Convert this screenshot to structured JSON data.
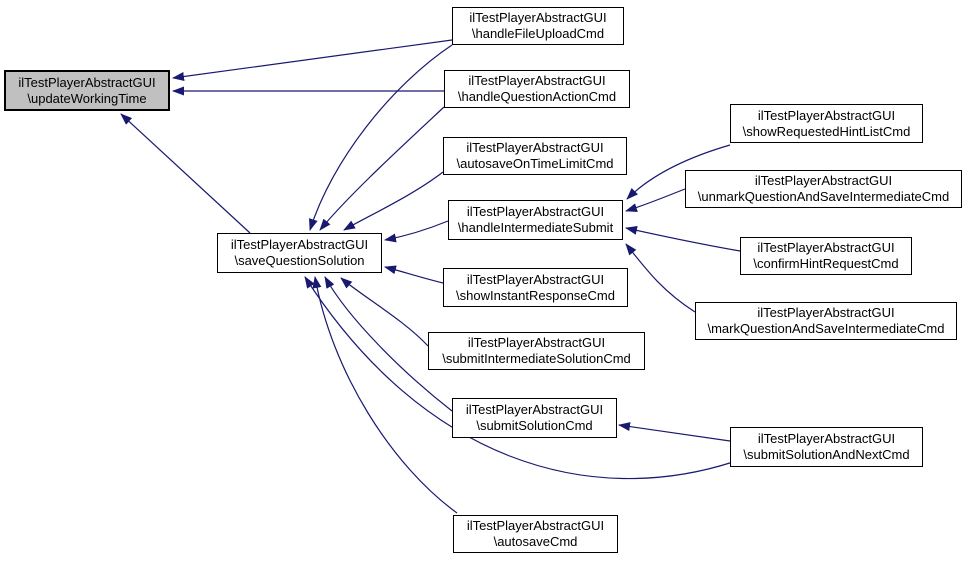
{
  "diagram": {
    "kind": "doxygen-caller-graph",
    "edge_color": "#191970",
    "node_fill": "#ffffff",
    "node_border": "#000000",
    "highlight_fill": "#c0c0c0",
    "nodes": [
      {
        "id": "updateWorkingTime",
        "line1": "ilTestPlayerAbstractGUI",
        "line2": "\\updateWorkingTime",
        "highlighted": true
      },
      {
        "id": "handleFileUploadCmd",
        "line1": "ilTestPlayerAbstractGUI",
        "line2": "\\handleFileUploadCmd",
        "highlighted": false
      },
      {
        "id": "handleQuestionActionCmd",
        "line1": "ilTestPlayerAbstractGUI",
        "line2": "\\handleQuestionActionCmd",
        "highlighted": false
      },
      {
        "id": "autosaveOnTimeLimitCmd",
        "line1": "ilTestPlayerAbstractGUI",
        "line2": "\\autosaveOnTimeLimitCmd",
        "highlighted": false
      },
      {
        "id": "handleIntermediateSubmit",
        "line1": "ilTestPlayerAbstractGUI",
        "line2": "\\handleIntermediateSubmit",
        "highlighted": false
      },
      {
        "id": "saveQuestionSolution",
        "line1": "ilTestPlayerAbstractGUI",
        "line2": "\\saveQuestionSolution",
        "highlighted": false
      },
      {
        "id": "showInstantResponseCmd",
        "line1": "ilTestPlayerAbstractGUI",
        "line2": "\\showInstantResponseCmd",
        "highlighted": false
      },
      {
        "id": "submitIntermediateSolutionCmd",
        "line1": "ilTestPlayerAbstractGUI",
        "line2": "\\submitIntermediateSolutionCmd",
        "highlighted": false
      },
      {
        "id": "submitSolutionCmd",
        "line1": "ilTestPlayerAbstractGUI",
        "line2": "\\submitSolutionCmd",
        "highlighted": false
      },
      {
        "id": "autosaveCmd",
        "line1": "ilTestPlayerAbstractGUI",
        "line2": "\\autosaveCmd",
        "highlighted": false
      },
      {
        "id": "showRequestedHintListCmd",
        "line1": "ilTestPlayerAbstractGUI",
        "line2": "\\showRequestedHintListCmd",
        "highlighted": false
      },
      {
        "id": "unmarkQuestionAndSaveIntermediateCmd",
        "line1": "ilTestPlayerAbstractGUI",
        "line2": "\\unmarkQuestionAndSaveIntermediateCmd",
        "highlighted": false
      },
      {
        "id": "confirmHintRequestCmd",
        "line1": "ilTestPlayerAbstractGUI",
        "line2": "\\confirmHintRequestCmd",
        "highlighted": false
      },
      {
        "id": "markQuestionAndSaveIntermediateCmd",
        "line1": "ilTestPlayerAbstractGUI",
        "line2": "\\markQuestionAndSaveIntermediateCmd",
        "highlighted": false
      },
      {
        "id": "submitSolutionAndNextCmd",
        "line1": "ilTestPlayerAbstractGUI",
        "line2": "\\submitSolutionAndNextCmd",
        "highlighted": false
      }
    ],
    "edges": [
      {
        "from": "handleFileUploadCmd",
        "to": "updateWorkingTime"
      },
      {
        "from": "handleQuestionActionCmd",
        "to": "updateWorkingTime"
      },
      {
        "from": "saveQuestionSolution",
        "to": "updateWorkingTime"
      },
      {
        "from": "handleFileUploadCmd",
        "to": "saveQuestionSolution"
      },
      {
        "from": "handleQuestionActionCmd",
        "to": "saveQuestionSolution"
      },
      {
        "from": "autosaveOnTimeLimitCmd",
        "to": "saveQuestionSolution"
      },
      {
        "from": "handleIntermediateSubmit",
        "to": "saveQuestionSolution"
      },
      {
        "from": "showInstantResponseCmd",
        "to": "saveQuestionSolution"
      },
      {
        "from": "submitIntermediateSolutionCmd",
        "to": "saveQuestionSolution"
      },
      {
        "from": "submitSolutionCmd",
        "to": "saveQuestionSolution"
      },
      {
        "from": "autosaveCmd",
        "to": "saveQuestionSolution"
      },
      {
        "from": "submitSolutionAndNextCmd",
        "to": "saveQuestionSolution"
      },
      {
        "from": "submitSolutionAndNextCmd",
        "to": "submitSolutionCmd"
      },
      {
        "from": "showRequestedHintListCmd",
        "to": "handleIntermediateSubmit"
      },
      {
        "from": "unmarkQuestionAndSaveIntermediateCmd",
        "to": "handleIntermediateSubmit"
      },
      {
        "from": "confirmHintRequestCmd",
        "to": "handleIntermediateSubmit"
      },
      {
        "from": "markQuestionAndSaveIntermediateCmd",
        "to": "handleIntermediateSubmit"
      }
    ]
  }
}
